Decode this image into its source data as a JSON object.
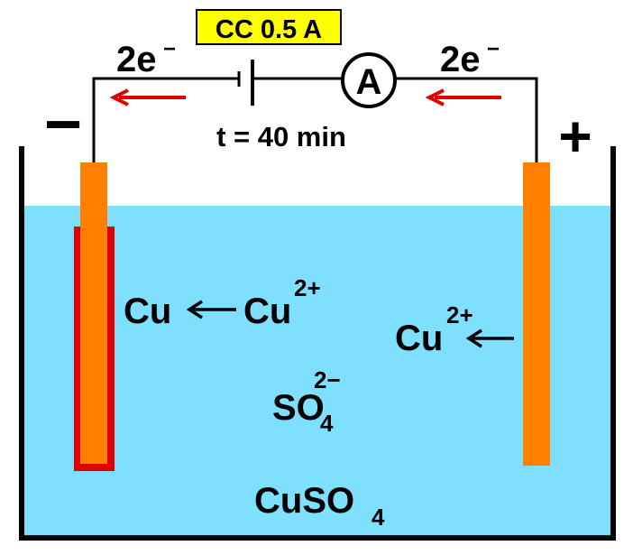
{
  "power_supply": {
    "label": "CC 0.5 A",
    "label_bg_color": "#FFFF00",
    "ammeter_symbol": "A",
    "time_label": "t = 40 min"
  },
  "electron_flow": {
    "left_label": "2e",
    "right_label": "2e",
    "charge_sup": "−",
    "arrow_color": "#E00000"
  },
  "electrodes": {
    "cathode_sign": "−",
    "anode_sign": "+",
    "copper_color": "#FF8000",
    "deposit_color": "#E00000"
  },
  "solution": {
    "color": "#7FDFFF",
    "name_base": "CuSO",
    "name_sub": "4"
  },
  "ions": {
    "cathode_product": "Cu",
    "cathode_ion_base": "Cu",
    "cathode_ion_charge": "2+",
    "anode_ion_base": "Cu",
    "anode_ion_charge": "2+",
    "sulfate_base": "SO",
    "sulfate_sub": "4",
    "sulfate_charge": "2−"
  }
}
